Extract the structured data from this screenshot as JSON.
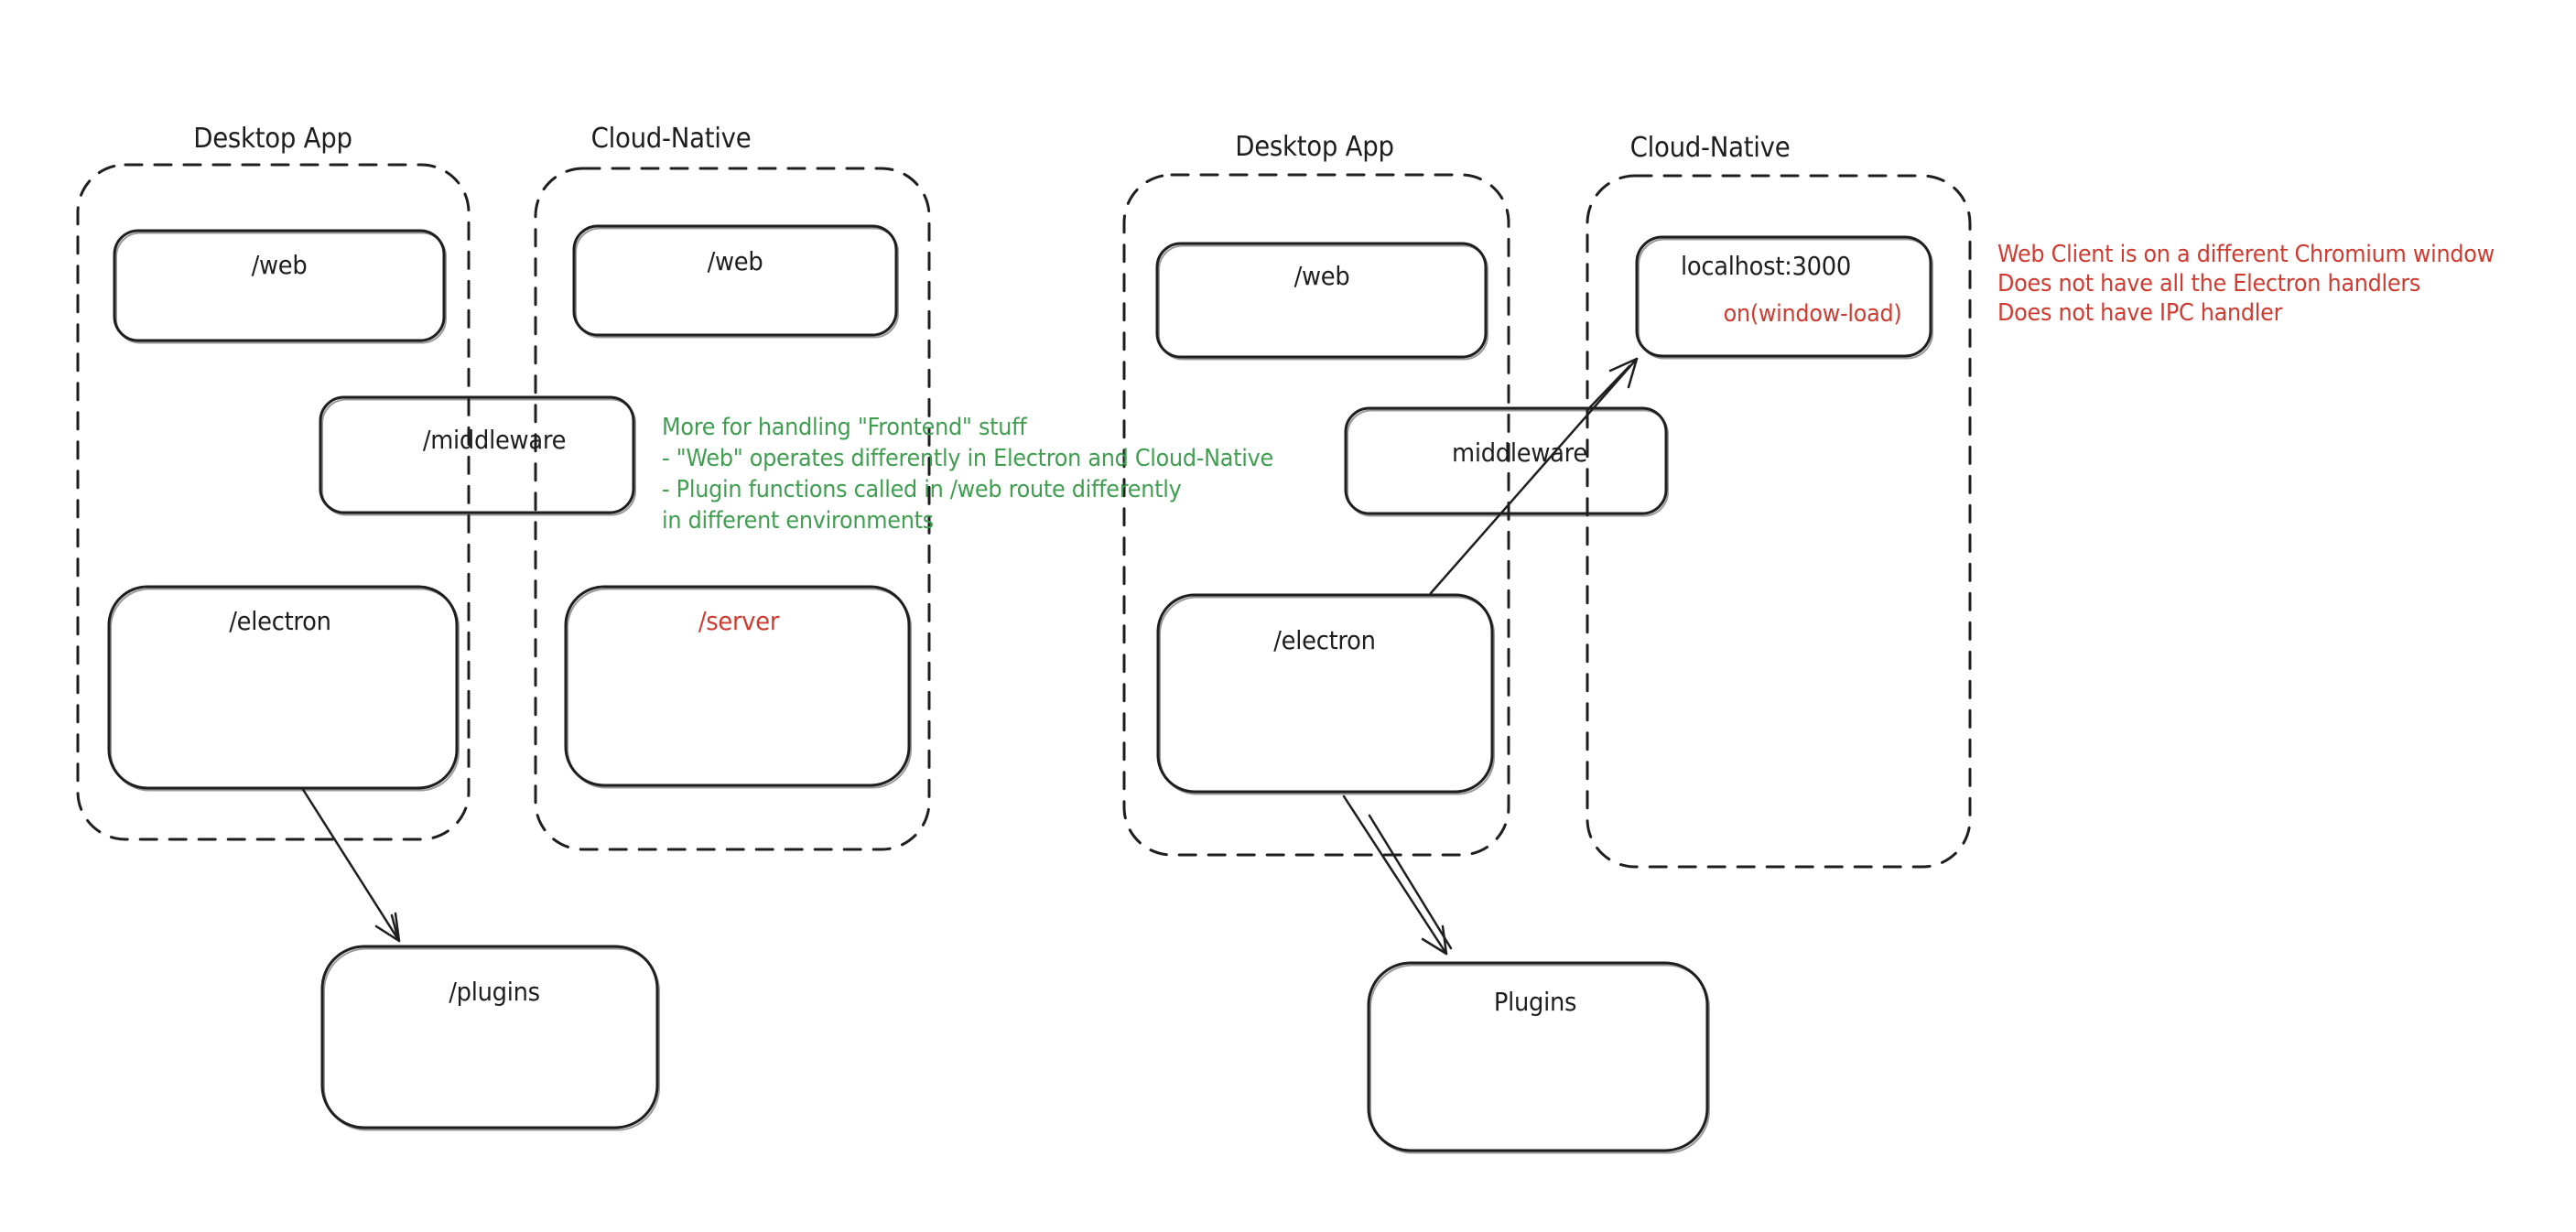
{
  "palette": {
    "ink": "#1e1e1e",
    "red": "#cf3b30",
    "green": "#3f9e4f",
    "bg": "#ffffff"
  },
  "left": {
    "desktop_label": "Desktop App",
    "cloud_label": "Cloud-Native",
    "web_desktop_label": "/web",
    "web_cloud_label": "/web",
    "middleware_label": "/middleware",
    "electron_label": "/electron",
    "server_label": "/server",
    "plugins_label": "/plugins",
    "note": {
      "lines": [
        "More for handling \"Frontend\" stuff",
        "- \"Web\" operates differently in Electron and Cloud-Native",
        "- Plugin functions called in /web route differently",
        "in different environments"
      ]
    }
  },
  "right": {
    "desktop_label": "Desktop App",
    "cloud_label": "Cloud-Native",
    "web_label": "/web",
    "localhost_label": "localhost:3000",
    "localhost_event_label": "on(window-load)",
    "middleware_label": "middleware",
    "electron_label": "/electron",
    "plugins_label": "Plugins",
    "note": {
      "lines": [
        "Web Client is on a different Chromium window",
        "Does not have all the Electron handlers",
        "Does not have IPC handler"
      ]
    }
  }
}
